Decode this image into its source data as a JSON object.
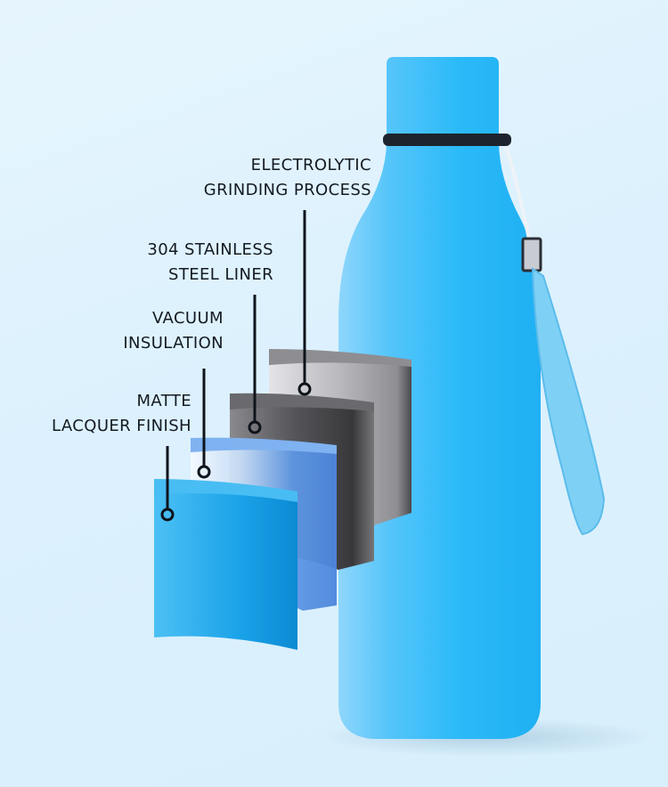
{
  "scene": {
    "title": "Insulated water bottle layer diagram",
    "background_color": "#dcf1fd",
    "bottle_color": "#2ebcf8",
    "strap_color": "#7fd0f5",
    "band_color": "#1d242d"
  },
  "layers": [
    {
      "id": "electrolytic",
      "line1": "ELECTROLYTIC",
      "line2": "GRINDING PROCESS",
      "color": "#c9c9cc"
    },
    {
      "id": "stainless",
      "line1": "304 STAINLESS",
      "line2": "STEEL LINER",
      "color": "#5c5d61"
    },
    {
      "id": "vacuum",
      "line1": "VACUUM",
      "line2": "INSULATION",
      "color": "#5b96e8"
    },
    {
      "id": "matte",
      "line1": "MATTE",
      "line2": "LACQUER FINISH",
      "color": "#1ea6ec"
    }
  ]
}
